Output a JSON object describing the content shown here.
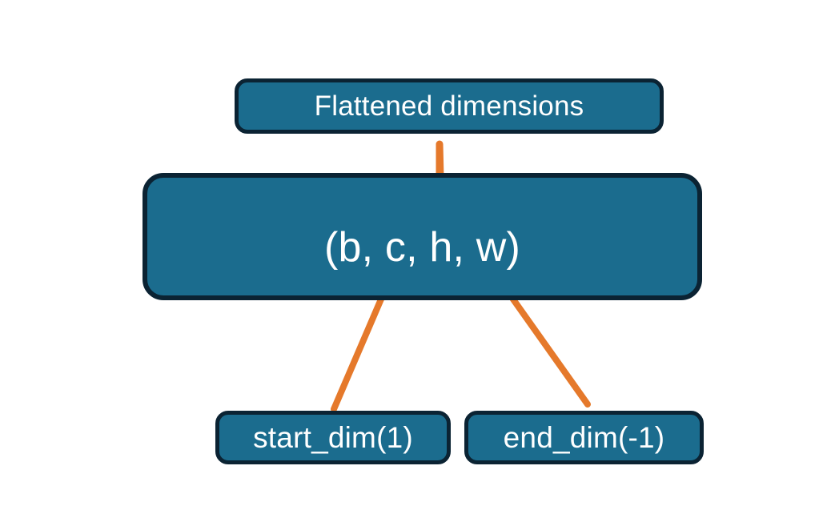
{
  "diagram": {
    "title_node": {
      "label": "Flattened dimensions",
      "name": "flattened-dimensions-box"
    },
    "shape_node": {
      "label": "(b, c, h, w)",
      "name": "tensor-shape-box"
    },
    "start_node": {
      "label": "start_dim(1)",
      "name": "start-dim-box"
    },
    "end_node": {
      "label": "end_dim(-1)",
      "name": "end-dim-box"
    },
    "connectors": {
      "brace": "curly-brace-up",
      "arrow_start": "arrow-start-dim-to-c",
      "arrow_end": "arrow-end-dim-to-w"
    },
    "colors": {
      "box_fill": "#1b6c8e",
      "box_border": "#0b2333",
      "accent": "#e5792b",
      "text": "#ffffff",
      "background": "#ffffff"
    }
  }
}
